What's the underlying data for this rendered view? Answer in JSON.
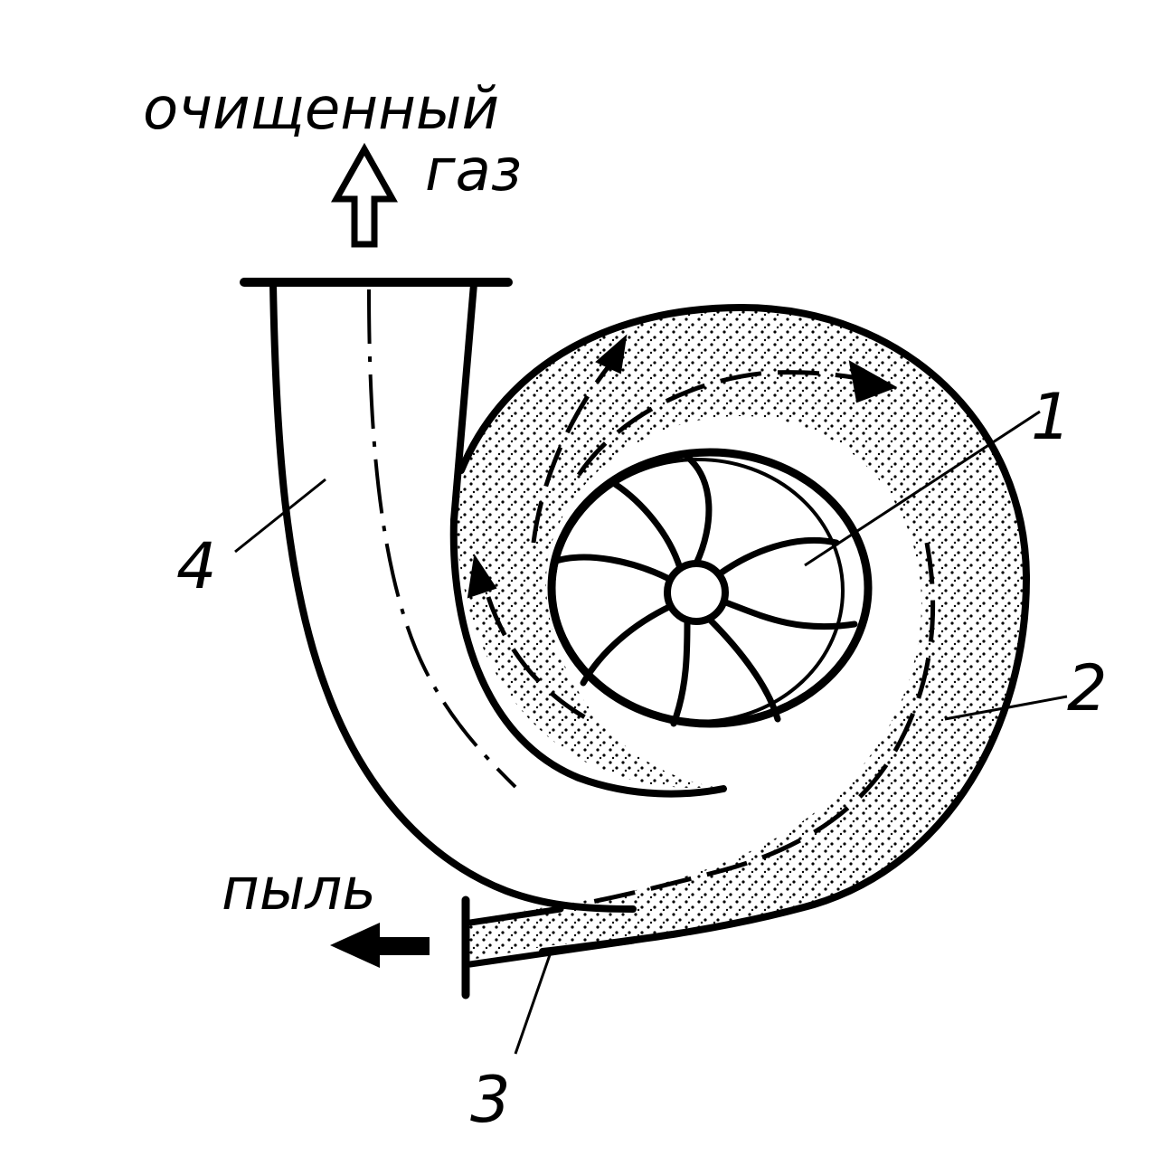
{
  "labels": {
    "clean_gas_line1": "очищенный",
    "clean_gas_line2": "газ",
    "dust": "пыль",
    "num_1": "1",
    "num_2": "2",
    "num_3": "3",
    "num_4": "4"
  },
  "colors": {
    "ink": "#000000",
    "background": "#ffffff"
  },
  "icons": [
    "up-arrow-icon",
    "left-arrow-icon",
    "impeller-icon"
  ]
}
